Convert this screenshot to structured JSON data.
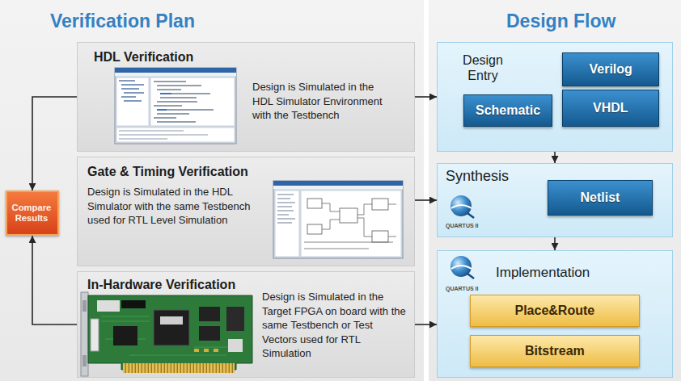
{
  "diagram": {
    "nodes": [
      {
        "text": [
          "Verification Plan"
        ]
      },
      {
        "text": [
          "HDL Verification",
          "Design is Simulated in the HDL Simulator Environment with the Testbench"
        ],
        "in": 0
      },
      {
        "text": [
          "Gate & Timing Verification",
          "Design is Simulated in the HDL Simulator with the same Testbench used for RTL Level Simulation"
        ],
        "in": 0
      },
      {
        "text": [
          "In-Hardware Verification",
          "Design is Simulated in the Target FPGA on board with the same Testbench or Test Vectors used for RTL Simulation"
        ],
        "in": 0
      },
      {
        "text": [
          "Compare Results"
        ],
        "in": 0
      },
      {
        "text": [
          "Design Flow"
        ]
      },
      {
        "text": [
          "Design Entry"
        ],
        "in": 5
      },
      {
        "text": [
          "Verilog"
        ],
        "in": 6
      },
      {
        "text": [
          "Schematic"
        ],
        "in": 6
      },
      {
        "text": [
          "VHDL"
        ],
        "in": 6
      },
      {
        "text": [
          "Synthesis"
        ],
        "in": 5
      },
      {
        "text": [
          "Netlist"
        ],
        "in": 10
      },
      {
        "text": [
          "Implementation"
        ],
        "in": 5
      },
      {
        "text": [
          "Place&Route"
        ],
        "in": 12
      },
      {
        "text": [
          "Bitstream"
        ],
        "in": 12
      }
    ],
    "edges": [
      {
        "from": 1,
        "to": 6,
        "arrow": "to"
      },
      {
        "from": 2,
        "to": 10,
        "arrow": "to"
      },
      {
        "from": 3,
        "to": 12,
        "arrow": "to"
      },
      {
        "from": 6,
        "to": 10,
        "arrow": "to"
      },
      {
        "from": 10,
        "to": 12,
        "arrow": "to"
      },
      {
        "from": 1,
        "to": 4,
        "arrow": "to"
      },
      {
        "from": 3,
        "to": 4,
        "arrow": "to"
      }
    ],
    "labels": [
      "QUARTUS II",
      "QUARTUS II"
    ]
  }
}
